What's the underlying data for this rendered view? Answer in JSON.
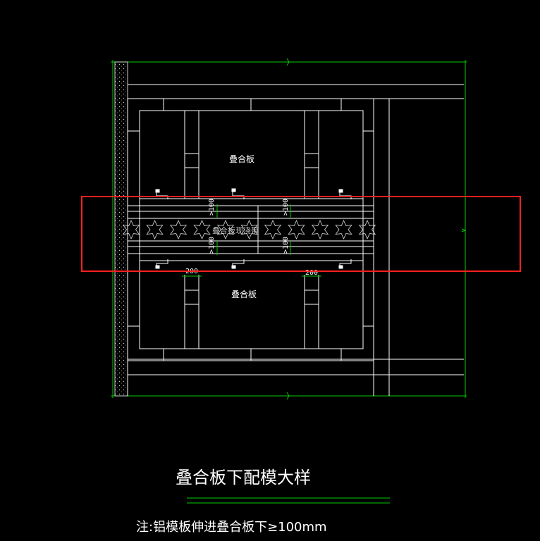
{
  "drawing": {
    "title": "叠合板下配模大样",
    "note": "注:铝模板伸进叠合板下≥100mm",
    "upper_slab_label": "叠合板",
    "lower_slab_label": "叠合板",
    "strip_label": "叠合板现浇带",
    "dims": {
      "gt100_a": ">100",
      "gt100_b": ">100",
      "gt100_c": ">100",
      "gt100_d": ">100",
      "w200_a": "200",
      "w200_b": "200"
    }
  },
  "colors": {
    "background": "#000000",
    "line": "#ffffff",
    "dimension": "#00cc00",
    "highlight": "#ff2020"
  }
}
